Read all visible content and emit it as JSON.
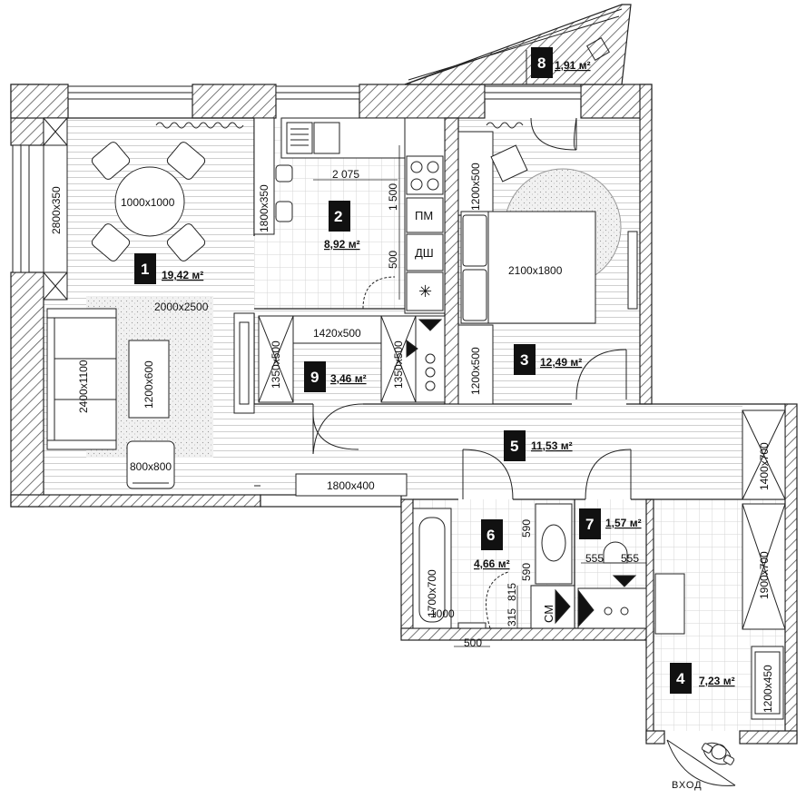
{
  "colors": {
    "wall": "#ffffff",
    "hatch": "#555555",
    "floor_line": "#c9c9c9",
    "tile_line": "#cfcfcf",
    "badge": "#111111",
    "rug": "#e6e6e6"
  },
  "rooms": [
    {
      "number": "1",
      "area": "19,42 м²"
    },
    {
      "number": "2",
      "area": "8,92 м²"
    },
    {
      "number": "3",
      "area": "12,49 м²"
    },
    {
      "number": "4",
      "area": "7,23 м²"
    },
    {
      "number": "5",
      "area": "11,53 м²"
    },
    {
      "number": "6",
      "area": "4,66 м²"
    },
    {
      "number": "7",
      "area": "1,57 м²"
    },
    {
      "number": "8",
      "area": "1,91 м²"
    },
    {
      "number": "9",
      "area": "3,46 м²"
    }
  ],
  "furniture_labels": {
    "dining_table": "1000x1000",
    "wardrobe_living": "2800x350",
    "rug": "2000x2500",
    "sofa": "2400x1100",
    "coffee_table": "1200x600",
    "armchair": "800x800",
    "tv_console": "1800x400",
    "kitchen_counter": "1800x350",
    "bed": "2100x1800",
    "bedroom_desk": "1200x500",
    "bedroom_wardrobe": "1200x500",
    "closet_shelf_top": "1420x500",
    "closet_shelf_left": "1350x500",
    "closet_shelf_right": "1350x500",
    "hall_wardrobe_1": "1400x700",
    "hall_wardrobe_2": "1900x700",
    "entry_cabinet": "1200x450",
    "bathtub": "1700x700",
    "bath_dim_top": "590",
    "bath_dim_mid": "590",
    "bath_dim_815": "815",
    "bath_dim_315": "315",
    "bath_dim_1000": "1000",
    "bath_dim_500": "500",
    "wc_dim_left": "555",
    "wc_dim_right": "555"
  },
  "kitchen_dims": {
    "width": "2 075",
    "height_top": "1 500",
    "height_bottom": "500"
  },
  "appliances": {
    "dishwasher_top": "ПМ",
    "dishwasher": "ДШ",
    "fridge": "✳",
    "washing_machine": "СМ"
  },
  "entrance_label": "ВХОД"
}
